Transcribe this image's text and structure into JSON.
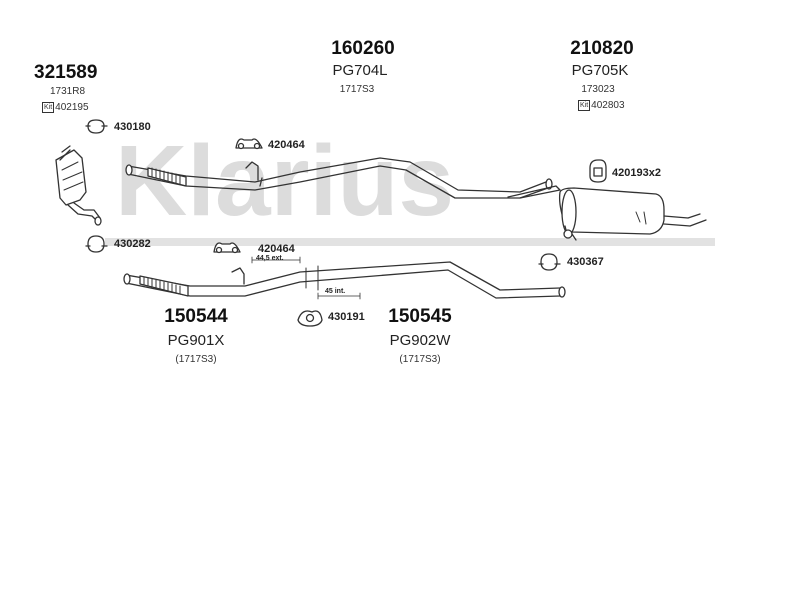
{
  "watermark": "Klarius",
  "assemblies": {
    "a321589": {
      "number": "321589",
      "ref": "1731R8",
      "kit_label": "Kit",
      "kit": "402195"
    },
    "a160260": {
      "number": "160260",
      "model": "PG704L",
      "ref": "1717S3"
    },
    "a210820": {
      "number": "210820",
      "model": "PG705K",
      "ref": "173023",
      "kit_label": "Kit",
      "kit": "402803"
    },
    "a150544": {
      "number": "150544",
      "model": "PG901X",
      "ref": "(1717S3)"
    },
    "a150545": {
      "number": "150545",
      "model": "PG902W",
      "ref": "(1717S3)"
    }
  },
  "fittings": {
    "f430180": "430180",
    "f420464_top": "420464",
    "f420193": "420193x2",
    "f430282": "430282",
    "f420464_bottom": "420464",
    "f430367": "430367",
    "f430191": "430191"
  },
  "dimensions": {
    "ext": "44,5 ext.",
    "int": "45 int."
  },
  "colors": {
    "line": "#333333",
    "watermark": "#dcdcdc",
    "fill": "#ffffff"
  }
}
